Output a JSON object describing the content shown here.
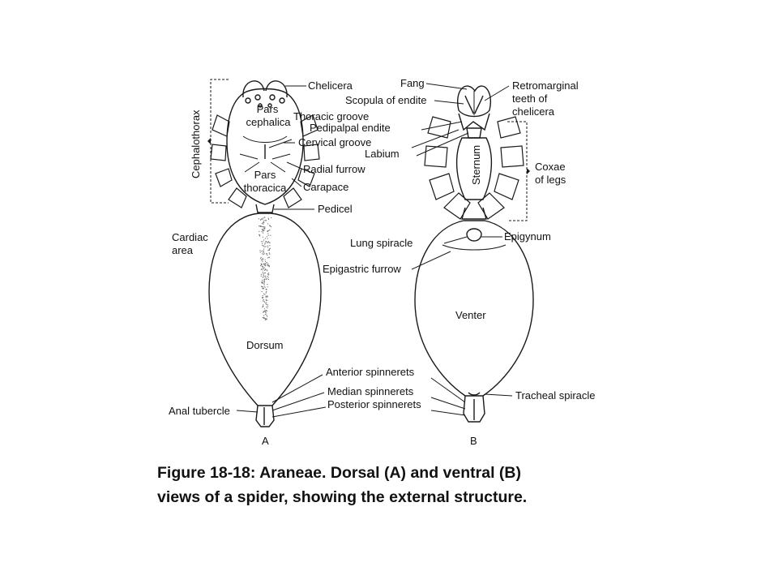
{
  "dorsal_labels": {
    "chelicera": "Chelicera",
    "pars_cephalica_1": "Pars",
    "pars_cephalica_2": "cephalica",
    "thoracic_groove": "Thoracic groove",
    "pedipalpal_endite": "Pedipalpal endite",
    "cervical_groove": "Cervical groove",
    "labium": "Labium",
    "radial_furrow": "Radial furrow",
    "pars_thoracica_1": "Pars",
    "pars_thoracica_2": "thoracica",
    "carapace": "Carapace",
    "pedicel": "Pedicel",
    "cephalothorax": "Cephalothorax",
    "cardiac_area_1": "Cardiac",
    "cardiac_area_2": "area",
    "dorsum": "Dorsum",
    "anterior_spinnerets": "Anterior spinnerets",
    "median_spinnerets": "Median spinnerets",
    "posterior_spinnerets": "Posterior spinnerets",
    "anal_tubercle": "Anal tubercle",
    "view_letter": "A"
  },
  "ventral_labels": {
    "fang": "Fang",
    "scopula_of_endite": "Scopula of endite",
    "retromarginal_1": "Retromarginal",
    "retromarginal_2": "teeth of",
    "retromarginal_3": "chelicera",
    "sternum": "Sternum",
    "coxae_1": "Coxae",
    "coxae_2": "of legs",
    "lung_spiracle": "Lung spiracle",
    "epigynum": "Epigynum",
    "epigastric_furrow": "Epigastric furrow",
    "venter": "Venter",
    "tracheal_spiracle": "Tracheal spiracle",
    "view_letter": "B"
  },
  "caption": {
    "line1": "Figure 18-18:  Araneae.  Dorsal (A) and ventral (B)",
    "line2": "views of a spider, showing the external structure."
  }
}
